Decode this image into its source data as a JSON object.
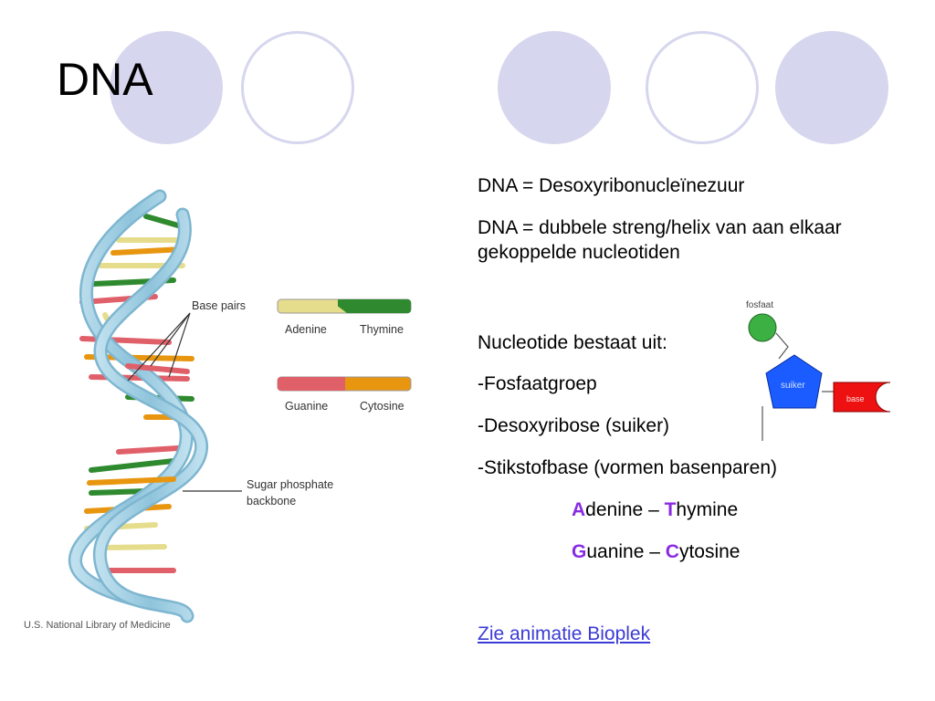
{
  "title": "DNA",
  "decor": {
    "circle_colors": {
      "fill": "#d6d6ee",
      "ring": "#d6d6ee"
    }
  },
  "figure": {
    "labels": {
      "base_pairs": "Base pairs",
      "adenine": "Adenine",
      "thymine": "Thymine",
      "guanine": "Guanine",
      "cytosine": "Cytosine",
      "backbone_line1": "Sugar phosphate",
      "backbone_line2": "backbone",
      "credit": "U.S. National Library of Medicine"
    },
    "colors": {
      "adenine": "#e6dd8c",
      "thymine": "#2f8a2f",
      "guanine": "#e0606a",
      "cytosine": "#e8960f",
      "backbone": "#9ecde3"
    }
  },
  "text": {
    "line1": "DNA = Desoxyribonucleïnezuur",
    "line2": "DNA = dubbele streng/helix van aan elkaar gekoppelde nucleotiden",
    "line3": "Nucleotide bestaat uit:",
    "line4": "-Fosfaatgroep",
    "line5": "-Desoxyribose (suiker)",
    "line6": "-Stikstofbase (vormen basenparen)",
    "pair1": {
      "a_letter": "A",
      "a_rest": "denine",
      "dash": " – ",
      "t_letter": "T",
      "t_rest": "hymine"
    },
    "pair2": {
      "g_letter": "G",
      "g_rest": "uanine",
      "dash": " – ",
      "c_letter": "C",
      "c_rest": "ytosine"
    },
    "link": "Zie animatie Bioplek",
    "highlight_color": "#8a2be2",
    "link_color": "#3b3bd6"
  },
  "nucleotide": {
    "fosfaat": "fosfaat",
    "suiker": "suiker",
    "base": "base",
    "colors": {
      "fosfaat": "#3cb043",
      "suiker": "#1a5cff",
      "base": "#ee1111"
    }
  }
}
